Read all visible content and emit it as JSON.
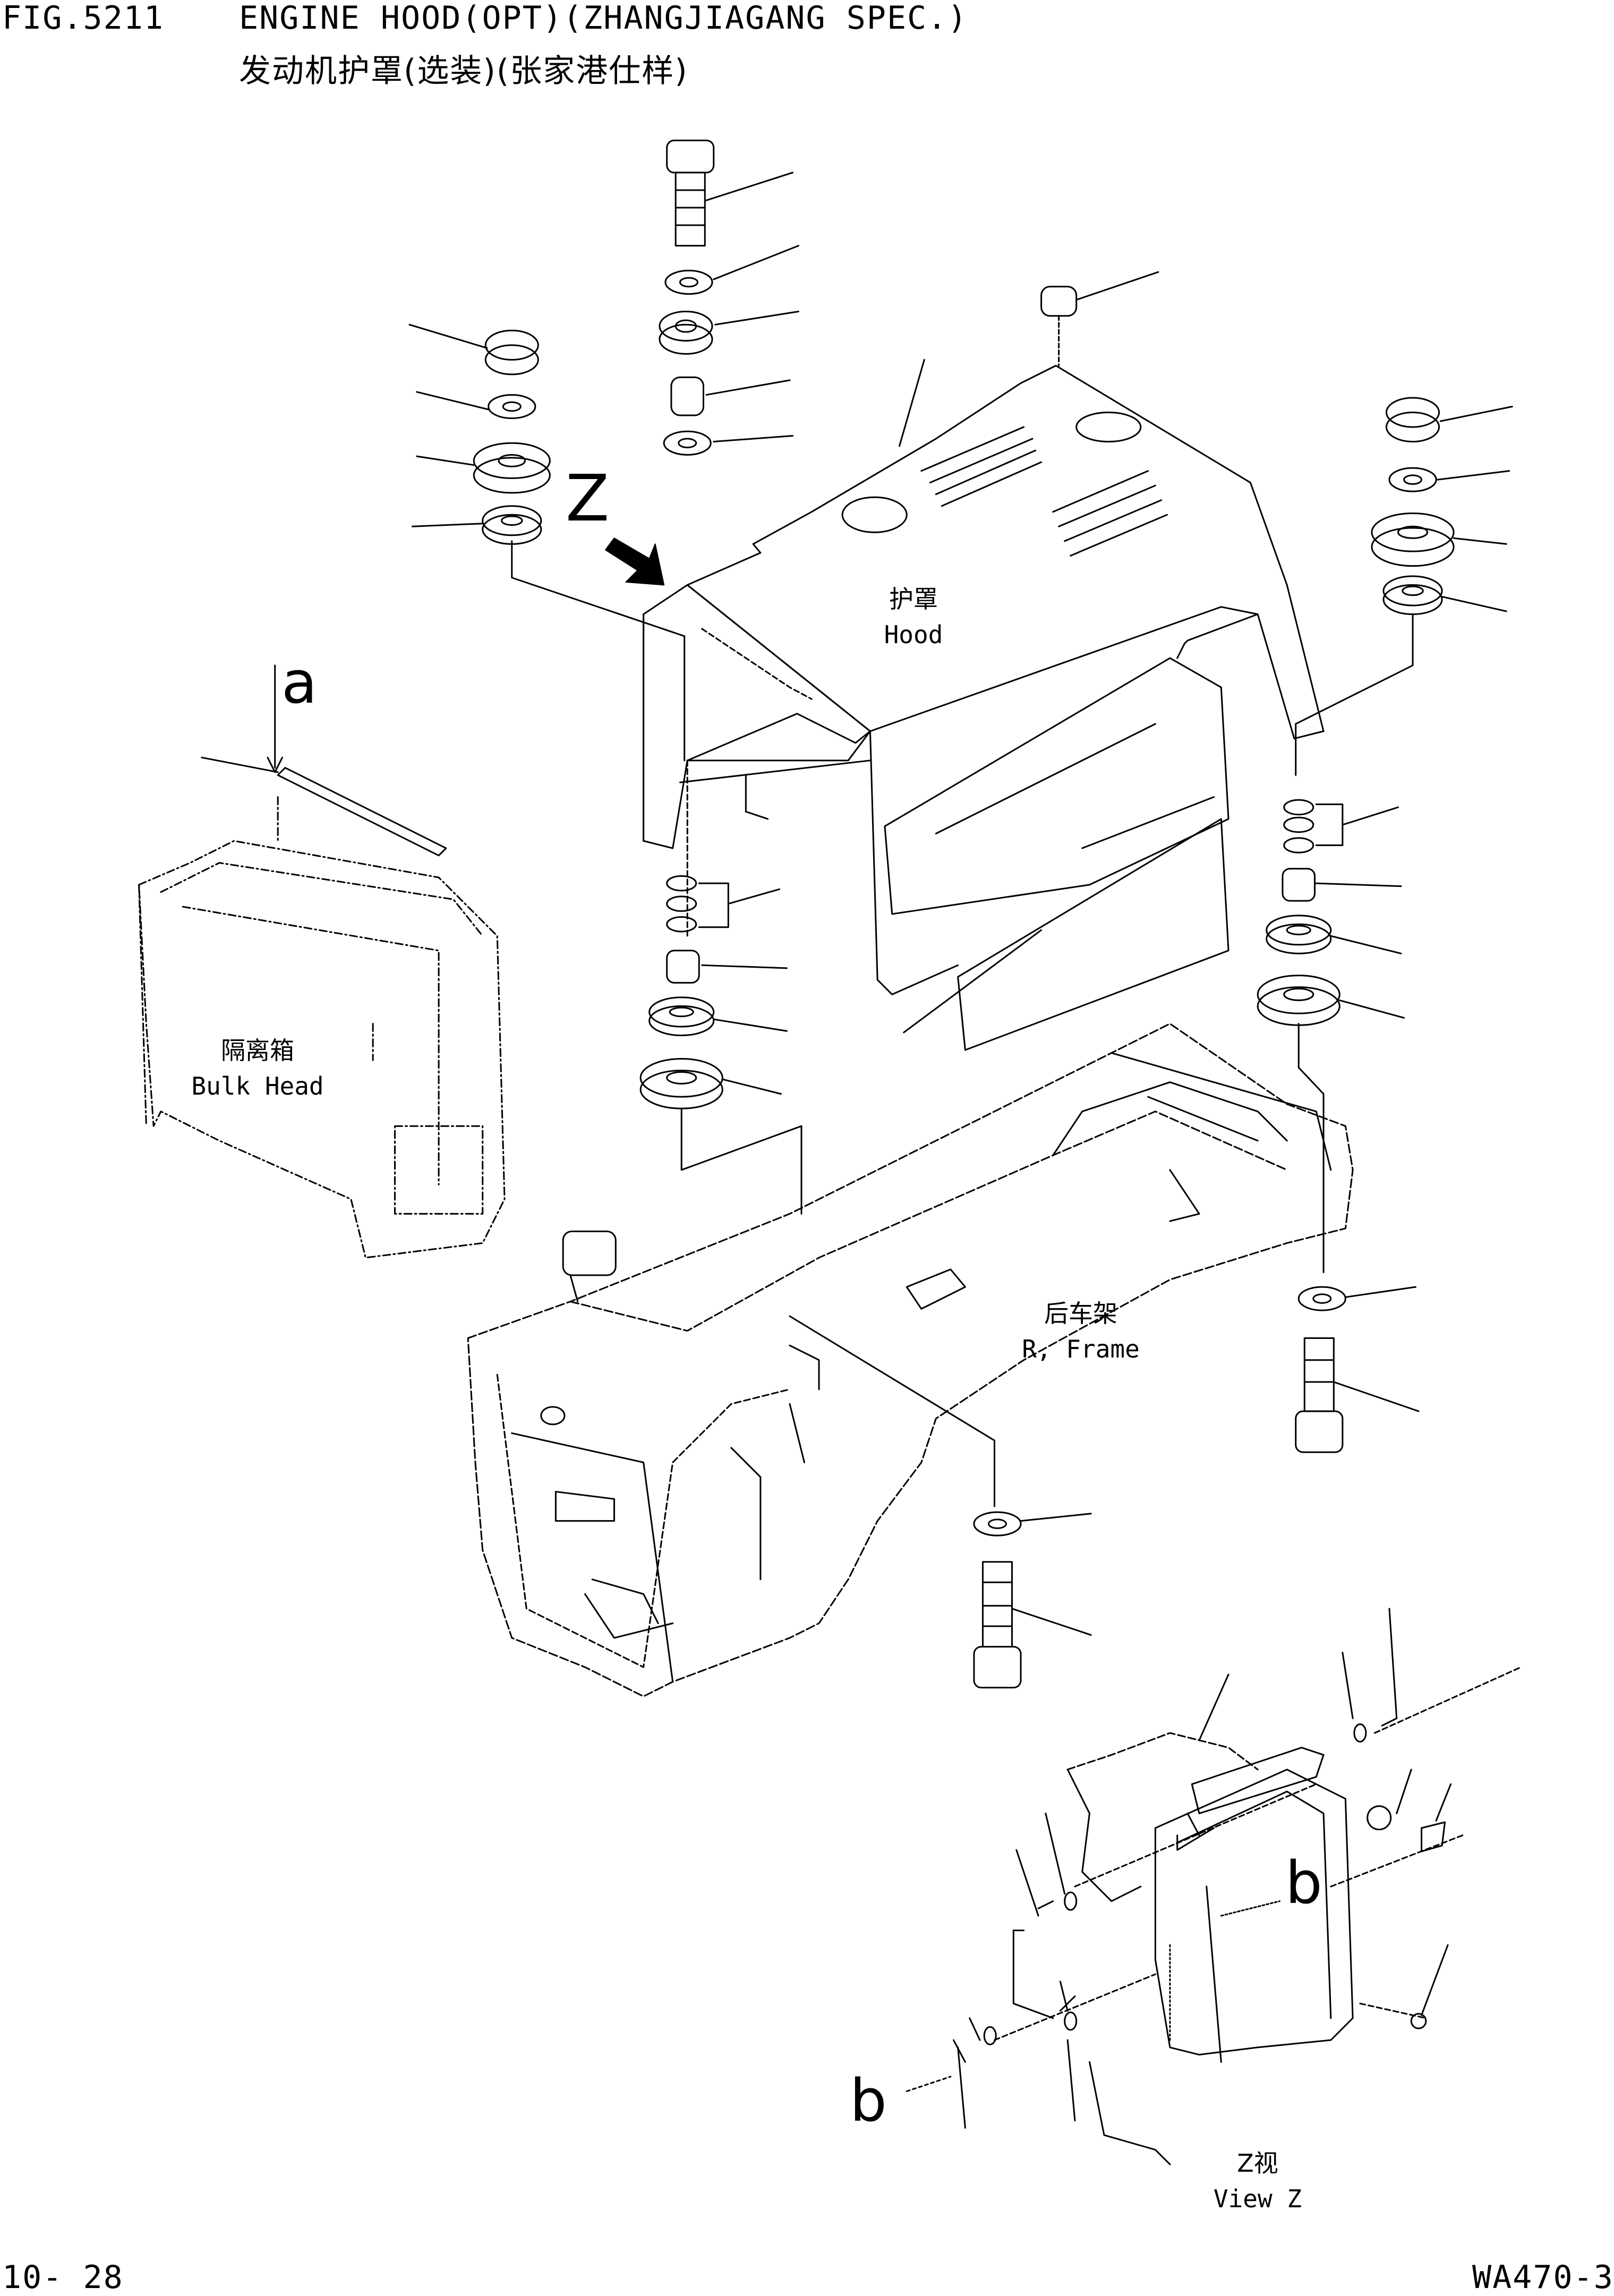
{
  "header": {
    "fig_number": "FIG.5211",
    "title_en": "ENGINE HOOD(OPT)(ZHANGJIAGANG SPEC.)",
    "title_cn": "发动机护罩(选装)(张家港仕样)"
  },
  "labels": {
    "hood_cn": "护罩",
    "hood_en": "Hood",
    "bulkhead_cn": "隔离箱",
    "bulkhead_en": "Bulk Head",
    "frame_cn": "后车架",
    "frame_en": "R, Frame",
    "view_cn": "Z视",
    "view_en": "View Z"
  },
  "markers": {
    "z": "Z",
    "a": "a",
    "b_right": "b",
    "b_left": "b"
  },
  "footer": {
    "page": "10- 28",
    "model": "WA470-3"
  }
}
